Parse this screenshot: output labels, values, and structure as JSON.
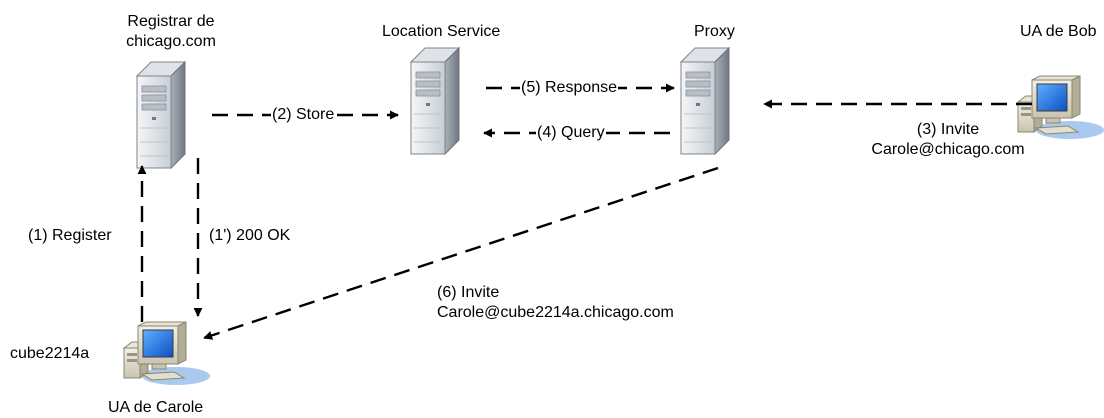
{
  "nodes": {
    "registrar": {
      "label_line1": "Registrar de",
      "label_line2": "chicago.com",
      "icon": "server-tower-icon"
    },
    "location": {
      "label": "Location Service",
      "icon": "server-tower-icon"
    },
    "proxy": {
      "label": "Proxy",
      "icon": "server-tower-icon"
    },
    "ua_bob": {
      "label": "UA de Bob",
      "icon": "desktop-computer-icon"
    },
    "ua_carole": {
      "label": "UA de Carole",
      "host": "cube2214a",
      "icon": "desktop-computer-icon"
    }
  },
  "messages": {
    "register": "(1) Register",
    "ok": "(1') 200 OK",
    "store": "(2) Store",
    "invite3_line1": "(3) Invite",
    "invite3_line2": "Carole@chicago.com",
    "query": "(4) Query",
    "response": "(5) Response",
    "invite6_line1": "(6) Invite",
    "invite6_line2": "Carole@cube2214a.chicago.com"
  },
  "colors": {
    "line": "#000000",
    "server_light": "#eceff3",
    "server_dark": "#8e96a1",
    "screen": "#1e73e8",
    "shadow": "#a9c9ee"
  }
}
